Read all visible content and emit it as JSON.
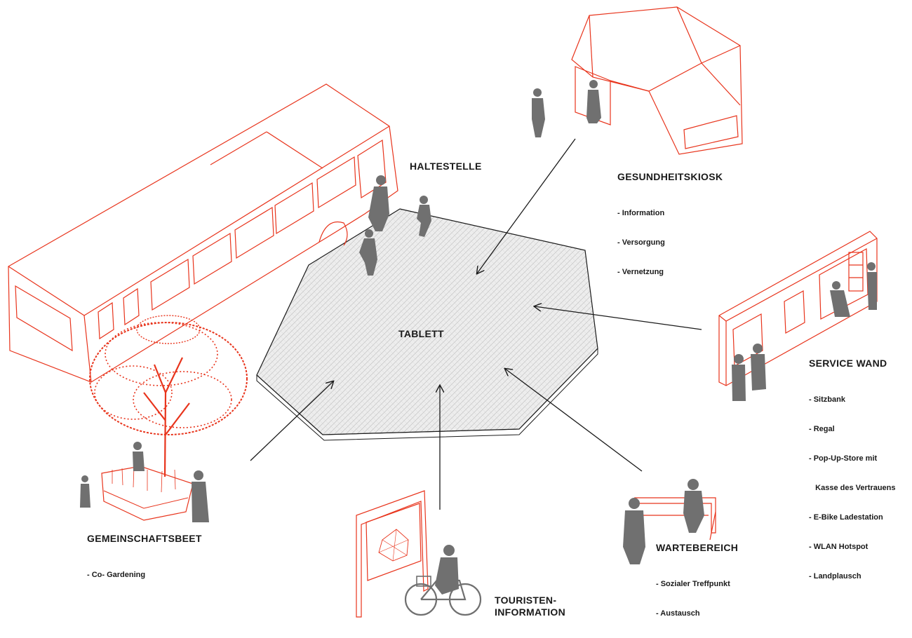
{
  "colors": {
    "accent": "#e8341c",
    "figure": "#707070",
    "line": "#1a1a1a",
    "plaza_fill": "#e6e6e6"
  },
  "center": {
    "label": "TABLETT"
  },
  "labels": {
    "haltestelle": {
      "title": "HALTESTELLE"
    },
    "gesundheitskiosk": {
      "title": "GESUNDHEITSKIOSK",
      "items": [
        "- Information",
        "- Versorgung",
        "- Vernetzung"
      ]
    },
    "service_wand": {
      "title": "SERVICE WAND",
      "items": [
        "- Sitzbank",
        "- Regal",
        "- Pop-Up-Store mit",
        "   Kasse des Vertrauens",
        "- E-Bike Ladestation",
        "- WLAN Hotspot",
        "- Landplausch"
      ]
    },
    "gemeinschaftsbeet": {
      "title": "GEMEINSCHAFTSBEET",
      "items": [
        "- Co- Gardening"
      ]
    },
    "wartebereich": {
      "title": "WARTEBEREICH",
      "items": [
        "- Sozialer Treffpunkt",
        "- Austausch"
      ]
    },
    "touristen": {
      "title_line1": "TOURISTEN-",
      "title_line2": "INFORMATION"
    }
  }
}
